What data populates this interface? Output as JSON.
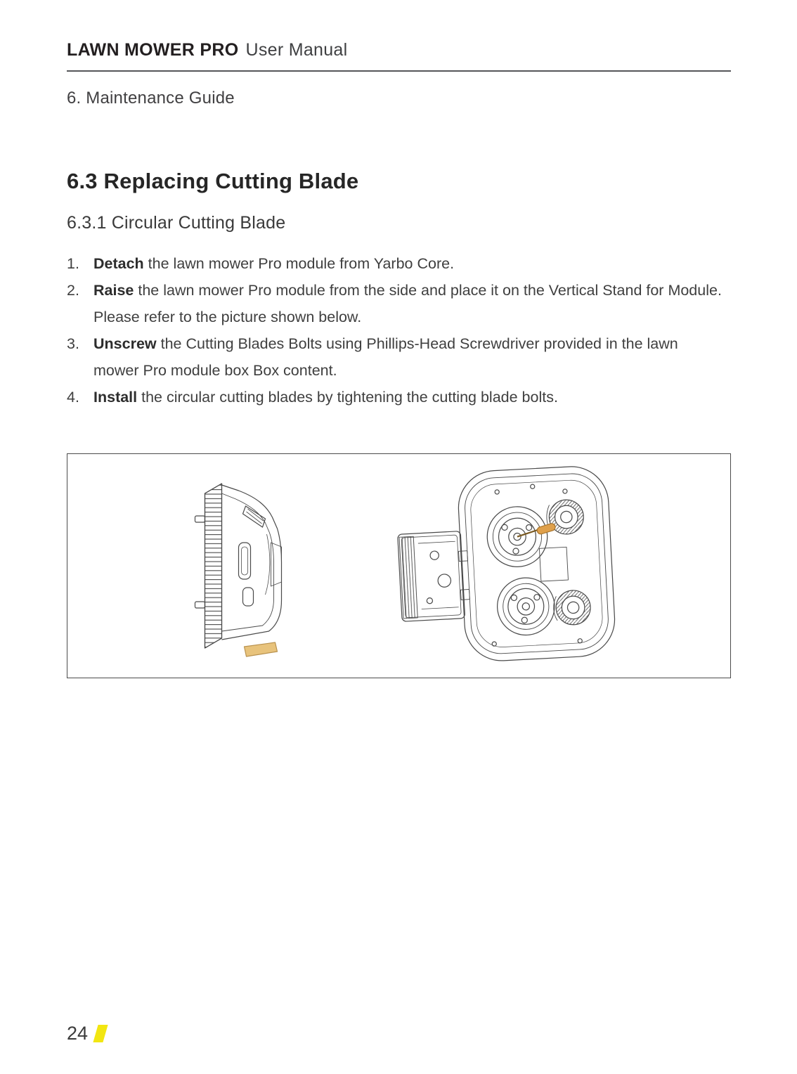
{
  "header": {
    "brand": "LAWN MOWER PRO",
    "doc_title": "User Manual"
  },
  "chapter": "6. Maintenance Guide",
  "section": {
    "title": "6.3 Replacing Cutting Blade"
  },
  "subsection": {
    "title": "6.3.1 Circular Cutting Blade"
  },
  "steps": [
    {
      "num": "1.",
      "bold": "Detach",
      "rest": " the lawn mower Pro module from Yarbo Core."
    },
    {
      "num": "2.",
      "bold": "Raise",
      "rest": " the lawn mower Pro module from the side and place it on the Vertical Stand for Module. Please refer to the picture shown below."
    },
    {
      "num": "3.",
      "bold": "Unscrew",
      "rest": " the Cutting Blades Bolts using Phillips-Head Screwdriver provided in the lawn mower Pro module box Box content."
    },
    {
      "num": "4.",
      "bold": "Install",
      "rest": " the circular cutting blades by tightening the cutting blade bolts."
    }
  ],
  "figure": {
    "drawings": [
      "lawn-mower-pro-module-side-view-standing-on-vertical-stand",
      "lawn-mower-pro-module-underside-with-circular-cutting-blades-and-screwdriver"
    ]
  },
  "footer": {
    "page_number": "24"
  },
  "colors": {
    "accent_yellow": "#f2e611",
    "stand_tan": "#e8c37c",
    "screwdriver_tan": "#dfa04b",
    "line_art": "#4a4a4a"
  }
}
